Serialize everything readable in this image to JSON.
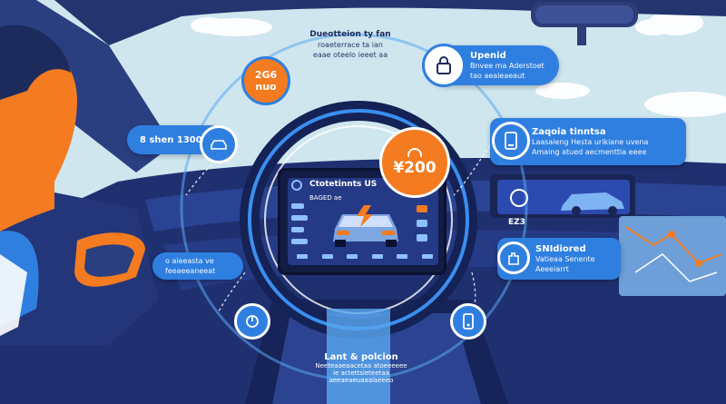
{
  "callouts": {
    "top_center": {
      "line1": "Dueotteion ty fan",
      "line2": "roaeterrace ta ian",
      "line3": "eaae oteelo ieeet aa"
    },
    "top_right": {
      "title": "Upenid",
      "line1": "Bnvee ma Aderstoet",
      "line2": "tao aeaieaeaut"
    },
    "left_badge": {
      "line1": "2G6",
      "line2": "nuo"
    },
    "left_pill": {
      "label": "8 shen 1300"
    },
    "right_upper": {
      "title": "Zaqoia tinntsa",
      "line1": "Laasaieng Hesta urikiane uvena",
      "line2": "Amaing atued aecmenttia eeee"
    },
    "price_badge": {
      "value": "¥200"
    },
    "screen": {
      "title": "Ctotetinnts US",
      "subtitle": "BAGED ae"
    },
    "left_lower_pill": {
      "line1": "o aieeasta ve",
      "line2": "feeaeeaneeat"
    },
    "right_lower": {
      "title": "SNIdiored",
      "line1": "Vatieaa Senente",
      "line2": "Aeeeiarrt"
    },
    "bottom": {
      "title": "Lant & polcion",
      "line1": "Neeteaaeaacetaa atoeeeeee",
      "line2": "ie actettsieteetaa",
      "line3": "aeeaeaeuaaaiaeeeo"
    },
    "small_screen": {
      "value": "EZ3"
    }
  },
  "colors": {
    "accent": "#2f7fe0",
    "orange": "#f47b20",
    "navy": "#1d2b5c",
    "sky": "#cfe6ef"
  },
  "icons": [
    "lock-icon",
    "phone-icon",
    "gauge-icon",
    "car-icon",
    "clock-icon",
    "hand-icon",
    "plug-icon",
    "map-icon",
    "tablet-icon",
    "brake-icon"
  ]
}
